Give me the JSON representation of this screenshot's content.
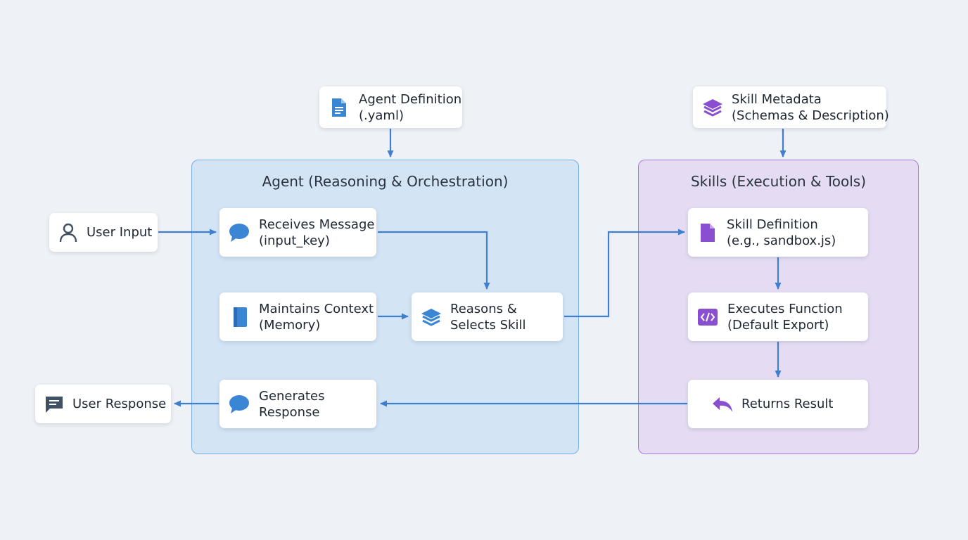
{
  "colors": {
    "blue": "#3a85d4",
    "purple": "#8a4fd0",
    "slate": "#3f5163",
    "arrow": "#3f7fcf"
  },
  "top_inputs": {
    "agent_definition": {
      "line1": "Agent Definition",
      "line2": "(.yaml)",
      "icon": "document-icon"
    },
    "skill_metadata": {
      "line1": "Skill Metadata",
      "line2": "(Schemas & Description)",
      "icon": "layers-icon"
    }
  },
  "user_input": {
    "label": "User Input",
    "icon": "user-icon"
  },
  "user_response": {
    "label": "User Response",
    "icon": "chat-message-icon"
  },
  "agent": {
    "title": "Agent (Reasoning & Orchestration)",
    "receives": {
      "line1": "Receives Message",
      "line2": "(input_key)",
      "icon": "speech-bubble-icon"
    },
    "context": {
      "line1": "Maintains Context",
      "line2": "(Memory)",
      "icon": "book-icon"
    },
    "reasons": {
      "line1": "Reasons &",
      "line2": "Selects Skill",
      "icon": "layers-icon"
    },
    "generates": {
      "line1": "Generates",
      "line2": "Response",
      "icon": "speech-bubble-icon"
    }
  },
  "skills": {
    "title": "Skills (Execution & Tools)",
    "definition": {
      "line1": "Skill Definition",
      "line2": "(e.g., sandbox.js)",
      "icon": "file-icon"
    },
    "executes": {
      "line1": "Executes Function",
      "line2": "(Default Export)",
      "icon": "code-icon"
    },
    "returns": {
      "label": "Returns Result",
      "icon": "reply-arrow-icon"
    }
  }
}
